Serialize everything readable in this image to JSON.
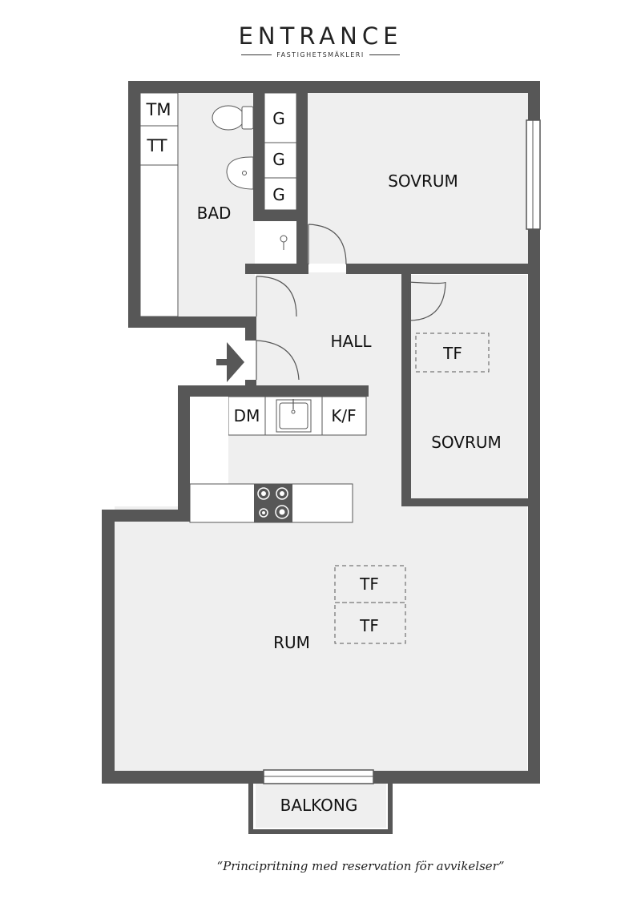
{
  "logo": {
    "name": "ENTRANCE",
    "tagline": "FASTIGHETSMÄKLERI"
  },
  "rooms": {
    "bad": "BAD",
    "sovrum_top": "SOVRUM",
    "hall": "HALL",
    "sovrum_right": "SOVRUM",
    "rum": "RUM",
    "balkong": "BALKONG"
  },
  "fixtures": {
    "tm": "TM",
    "tt": "TT",
    "g1": "G",
    "g2": "G",
    "g3": "G",
    "dm": "DM",
    "kf": "K/F",
    "tf_hall": "TF",
    "tf_rum1": "TF",
    "tf_rum2": "TF"
  },
  "colors": {
    "wall": "#575757",
    "floor": "#efefef",
    "fixture": "#ffffff"
  },
  "disclaimer": "“Principritning med reservation för avvikelser”"
}
